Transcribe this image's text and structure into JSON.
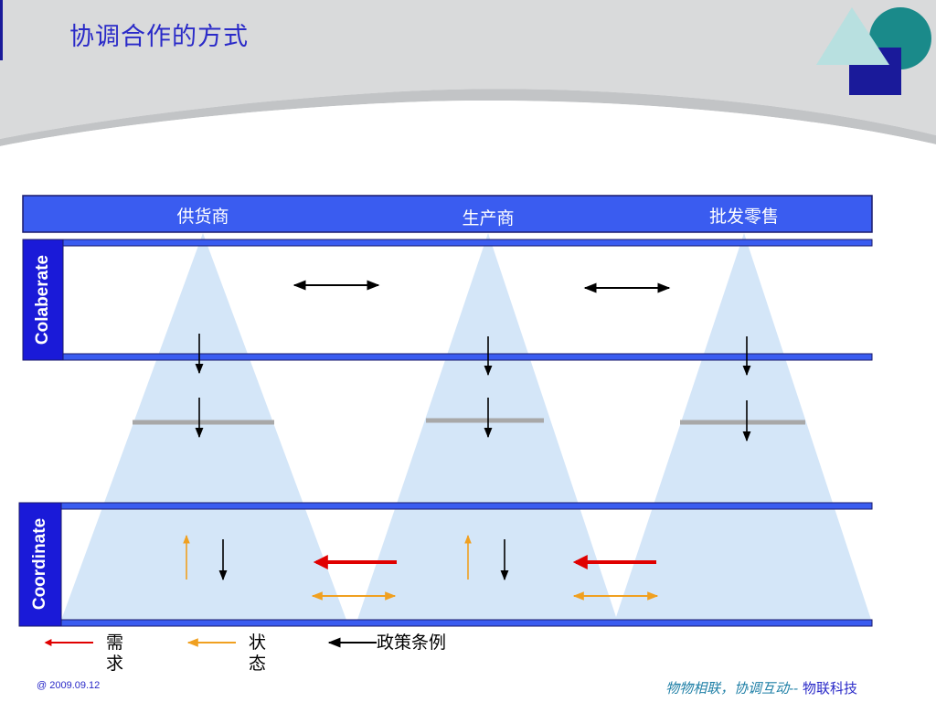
{
  "slide": {
    "title": "协调合作的方式"
  },
  "columns": [
    {
      "label": "供货商"
    },
    {
      "label": "生产商"
    },
    {
      "label": "批发零售"
    }
  ],
  "bands": {
    "top_label": "Colaberate",
    "bottom_label": "Coordinate"
  },
  "legend": {
    "demand_label": "需求",
    "status_label": "状态",
    "policy_label": "政策条例"
  },
  "colors": {
    "title": "#2a2ac8",
    "header_bar": "#3a5cf0",
    "band_line": "#3a5cf0",
    "band_label_bg": "#1a1ad8",
    "funnel": "#cfe3f7",
    "demand_arrow": "#e00000",
    "status_arrow": "#f0a020",
    "policy_arrow": "#000000",
    "divider": "#a8a8a8",
    "logo_teal": "#1a8a8a",
    "logo_navy": "#1a1a9a",
    "logo_triangle": "#b8e0e0"
  },
  "footer": {
    "date": "@   2009.09.12",
    "tagline": "物物相联，协调互动--",
    "company": "物联科技"
  }
}
